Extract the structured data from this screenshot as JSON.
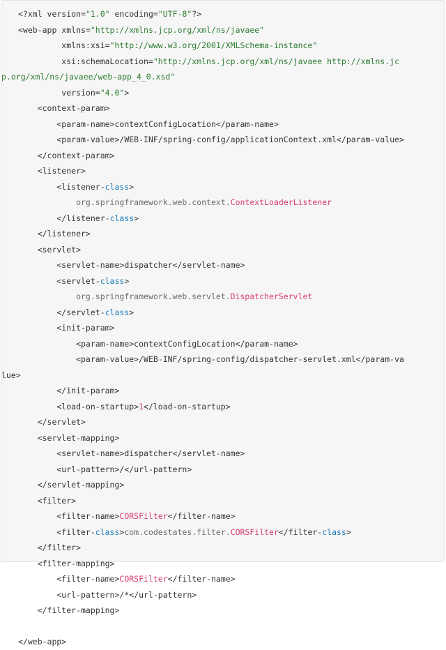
{
  "colors": {
    "background": "#f6f6f6",
    "default_text": "#333333",
    "string": "#2e7d32",
    "class_name": "#d63d6b",
    "keyword": "#1a7bb8",
    "package": "#6b6b6b"
  },
  "code": {
    "lines": [
      {
        "indent": 0,
        "segments": [
          {
            "t": "<?xml version=",
            "s": "tag"
          },
          {
            "t": "\"1.0\"",
            "s": "str"
          },
          {
            "t": " encoding=",
            "s": "tag"
          },
          {
            "t": "\"UTF-8\"",
            "s": "str"
          },
          {
            "t": "?>",
            "s": "tag"
          }
        ]
      },
      {
        "indent": 0,
        "segments": [
          {
            "t": "<web-app xmlns=",
            "s": "tag"
          },
          {
            "t": "\"http://xmlns.jcp.org/xml/ns/javaee\"",
            "s": "str"
          }
        ]
      },
      {
        "indent": 0,
        "segments": [
          {
            "t": "         xmlns:xsi=",
            "s": "tag"
          },
          {
            "t": "\"http://www.w3.org/2001/XMLSchema-instance\"",
            "s": "str"
          }
        ]
      },
      {
        "indent": 0,
        "segments": [
          {
            "t": "         xsi:schemaLocation=",
            "s": "tag"
          },
          {
            "t": "\"http://xmlns.jcp.org/xml/ns/javaee http://xmlns.jc",
            "s": "str"
          }
        ]
      },
      {
        "indent": 0,
        "wrap": true,
        "segments": [
          {
            "t": "p.org/xml/ns/javaee/web-app_4_0.xsd\"",
            "s": "str"
          }
        ]
      },
      {
        "indent": 0,
        "segments": [
          {
            "t": "         version=",
            "s": "tag"
          },
          {
            "t": "\"4.0\"",
            "s": "str"
          },
          {
            "t": ">",
            "s": "tag"
          }
        ]
      },
      {
        "indent": 0,
        "segments": [
          {
            "t": "    <context-param>",
            "s": "tag"
          }
        ]
      },
      {
        "indent": 0,
        "segments": [
          {
            "t": "        <param-name>",
            "s": "tag"
          },
          {
            "t": "contextConfigLocation",
            "s": "txt"
          },
          {
            "t": "</param-name>",
            "s": "tag"
          }
        ]
      },
      {
        "indent": 0,
        "segments": [
          {
            "t": "        <param-value>",
            "s": "tag"
          },
          {
            "t": "/WEB-INF/spring-config/applicationContext.xml",
            "s": "txt"
          },
          {
            "t": "</param-value>",
            "s": "tag"
          }
        ]
      },
      {
        "indent": 0,
        "segments": [
          {
            "t": "    </context-param>",
            "s": "tag"
          }
        ]
      },
      {
        "indent": 0,
        "segments": [
          {
            "t": "    <listener>",
            "s": "tag"
          }
        ]
      },
      {
        "indent": 0,
        "segments": [
          {
            "t": "        <listener-",
            "s": "tag"
          },
          {
            "t": "class",
            "s": "kw"
          },
          {
            "t": ">",
            "s": "tag"
          }
        ]
      },
      {
        "indent": 0,
        "segments": [
          {
            "t": "            org.springframework.web.context.",
            "s": "pkg"
          },
          {
            "t": "ContextLoaderListener",
            "s": "cls"
          }
        ]
      },
      {
        "indent": 0,
        "segments": [
          {
            "t": "        </listener-",
            "s": "tag"
          },
          {
            "t": "class",
            "s": "kw"
          },
          {
            "t": ">",
            "s": "tag"
          }
        ]
      },
      {
        "indent": 0,
        "segments": [
          {
            "t": "    </listener>",
            "s": "tag"
          }
        ]
      },
      {
        "indent": 0,
        "segments": [
          {
            "t": "    <servlet>",
            "s": "tag"
          }
        ]
      },
      {
        "indent": 0,
        "segments": [
          {
            "t": "        <servlet-name>",
            "s": "tag"
          },
          {
            "t": "dispatcher",
            "s": "txt"
          },
          {
            "t": "</servlet-name>",
            "s": "tag"
          }
        ]
      },
      {
        "indent": 0,
        "segments": [
          {
            "t": "        <servlet-",
            "s": "tag"
          },
          {
            "t": "class",
            "s": "kw"
          },
          {
            "t": ">",
            "s": "tag"
          }
        ]
      },
      {
        "indent": 0,
        "segments": [
          {
            "t": "            org.springframework.web.servlet.",
            "s": "pkg"
          },
          {
            "t": "DispatcherServlet",
            "s": "cls"
          }
        ]
      },
      {
        "indent": 0,
        "segments": [
          {
            "t": "        </servlet-",
            "s": "tag"
          },
          {
            "t": "class",
            "s": "kw"
          },
          {
            "t": ">",
            "s": "tag"
          }
        ]
      },
      {
        "indent": 0,
        "segments": [
          {
            "t": "        <init-param>",
            "s": "tag"
          }
        ]
      },
      {
        "indent": 0,
        "segments": [
          {
            "t": "            <param-name>",
            "s": "tag"
          },
          {
            "t": "contextConfigLocation",
            "s": "txt"
          },
          {
            "t": "</param-name>",
            "s": "tag"
          }
        ]
      },
      {
        "indent": 0,
        "segments": [
          {
            "t": "            <param-value>",
            "s": "tag"
          },
          {
            "t": "/WEB-INF/spring-config/dispatcher-servlet.xml",
            "s": "txt"
          },
          {
            "t": "</param-va",
            "s": "tag"
          }
        ]
      },
      {
        "indent": 0,
        "wrap": true,
        "segments": [
          {
            "t": "lue>",
            "s": "tag"
          }
        ]
      },
      {
        "indent": 0,
        "segments": [
          {
            "t": "        </init-param>",
            "s": "tag"
          }
        ]
      },
      {
        "indent": 0,
        "segments": [
          {
            "t": "        <load-on-startup>",
            "s": "tag"
          },
          {
            "t": "1",
            "s": "num"
          },
          {
            "t": "</load-on-startup>",
            "s": "tag"
          }
        ]
      },
      {
        "indent": 0,
        "segments": [
          {
            "t": "    </servlet>",
            "s": "tag"
          }
        ]
      },
      {
        "indent": 0,
        "segments": [
          {
            "t": "    <servlet-mapping>",
            "s": "tag"
          }
        ]
      },
      {
        "indent": 0,
        "segments": [
          {
            "t": "        <servlet-name>",
            "s": "tag"
          },
          {
            "t": "dispatcher",
            "s": "txt"
          },
          {
            "t": "</servlet-name>",
            "s": "tag"
          }
        ]
      },
      {
        "indent": 0,
        "segments": [
          {
            "t": "        <url-pattern>",
            "s": "tag"
          },
          {
            "t": "/",
            "s": "txt"
          },
          {
            "t": "</url-pattern>",
            "s": "tag"
          }
        ]
      },
      {
        "indent": 0,
        "segments": [
          {
            "t": "    </servlet-mapping>",
            "s": "tag"
          }
        ]
      },
      {
        "indent": 0,
        "segments": [
          {
            "t": "    <filter>",
            "s": "tag"
          }
        ]
      },
      {
        "indent": 0,
        "segments": [
          {
            "t": "        <filter-name>",
            "s": "tag"
          },
          {
            "t": "CORSFilter",
            "s": "cls"
          },
          {
            "t": "</filter-name>",
            "s": "tag"
          }
        ]
      },
      {
        "indent": 0,
        "segments": [
          {
            "t": "        <filter-",
            "s": "tag"
          },
          {
            "t": "class",
            "s": "kw"
          },
          {
            "t": ">",
            "s": "tag"
          },
          {
            "t": "com.codestates.filter.",
            "s": "pkg"
          },
          {
            "t": "CORSFilter",
            "s": "cls"
          },
          {
            "t": "</filter-",
            "s": "tag"
          },
          {
            "t": "class",
            "s": "kw"
          },
          {
            "t": ">",
            "s": "tag"
          }
        ]
      },
      {
        "indent": 0,
        "segments": [
          {
            "t": "    </filter>",
            "s": "tag"
          }
        ]
      },
      {
        "indent": 0,
        "segments": [
          {
            "t": "    <filter-mapping>",
            "s": "tag"
          }
        ]
      },
      {
        "indent": 0,
        "segments": [
          {
            "t": "        <filter-name>",
            "s": "tag"
          },
          {
            "t": "CORSFilter",
            "s": "cls"
          },
          {
            "t": "</filter-name>",
            "s": "tag"
          }
        ]
      },
      {
        "indent": 0,
        "segments": [
          {
            "t": "        <url-pattern>",
            "s": "tag"
          },
          {
            "t": "/*",
            "s": "txt"
          },
          {
            "t": "</url-pattern>",
            "s": "tag"
          }
        ]
      },
      {
        "indent": 0,
        "segments": [
          {
            "t": "    </filter-mapping>",
            "s": "tag"
          }
        ]
      },
      {
        "indent": 0,
        "segments": [
          {
            "t": "",
            "s": "txt"
          }
        ]
      },
      {
        "indent": 0,
        "segments": [
          {
            "t": "</web-app>",
            "s": "tag"
          }
        ]
      }
    ]
  }
}
